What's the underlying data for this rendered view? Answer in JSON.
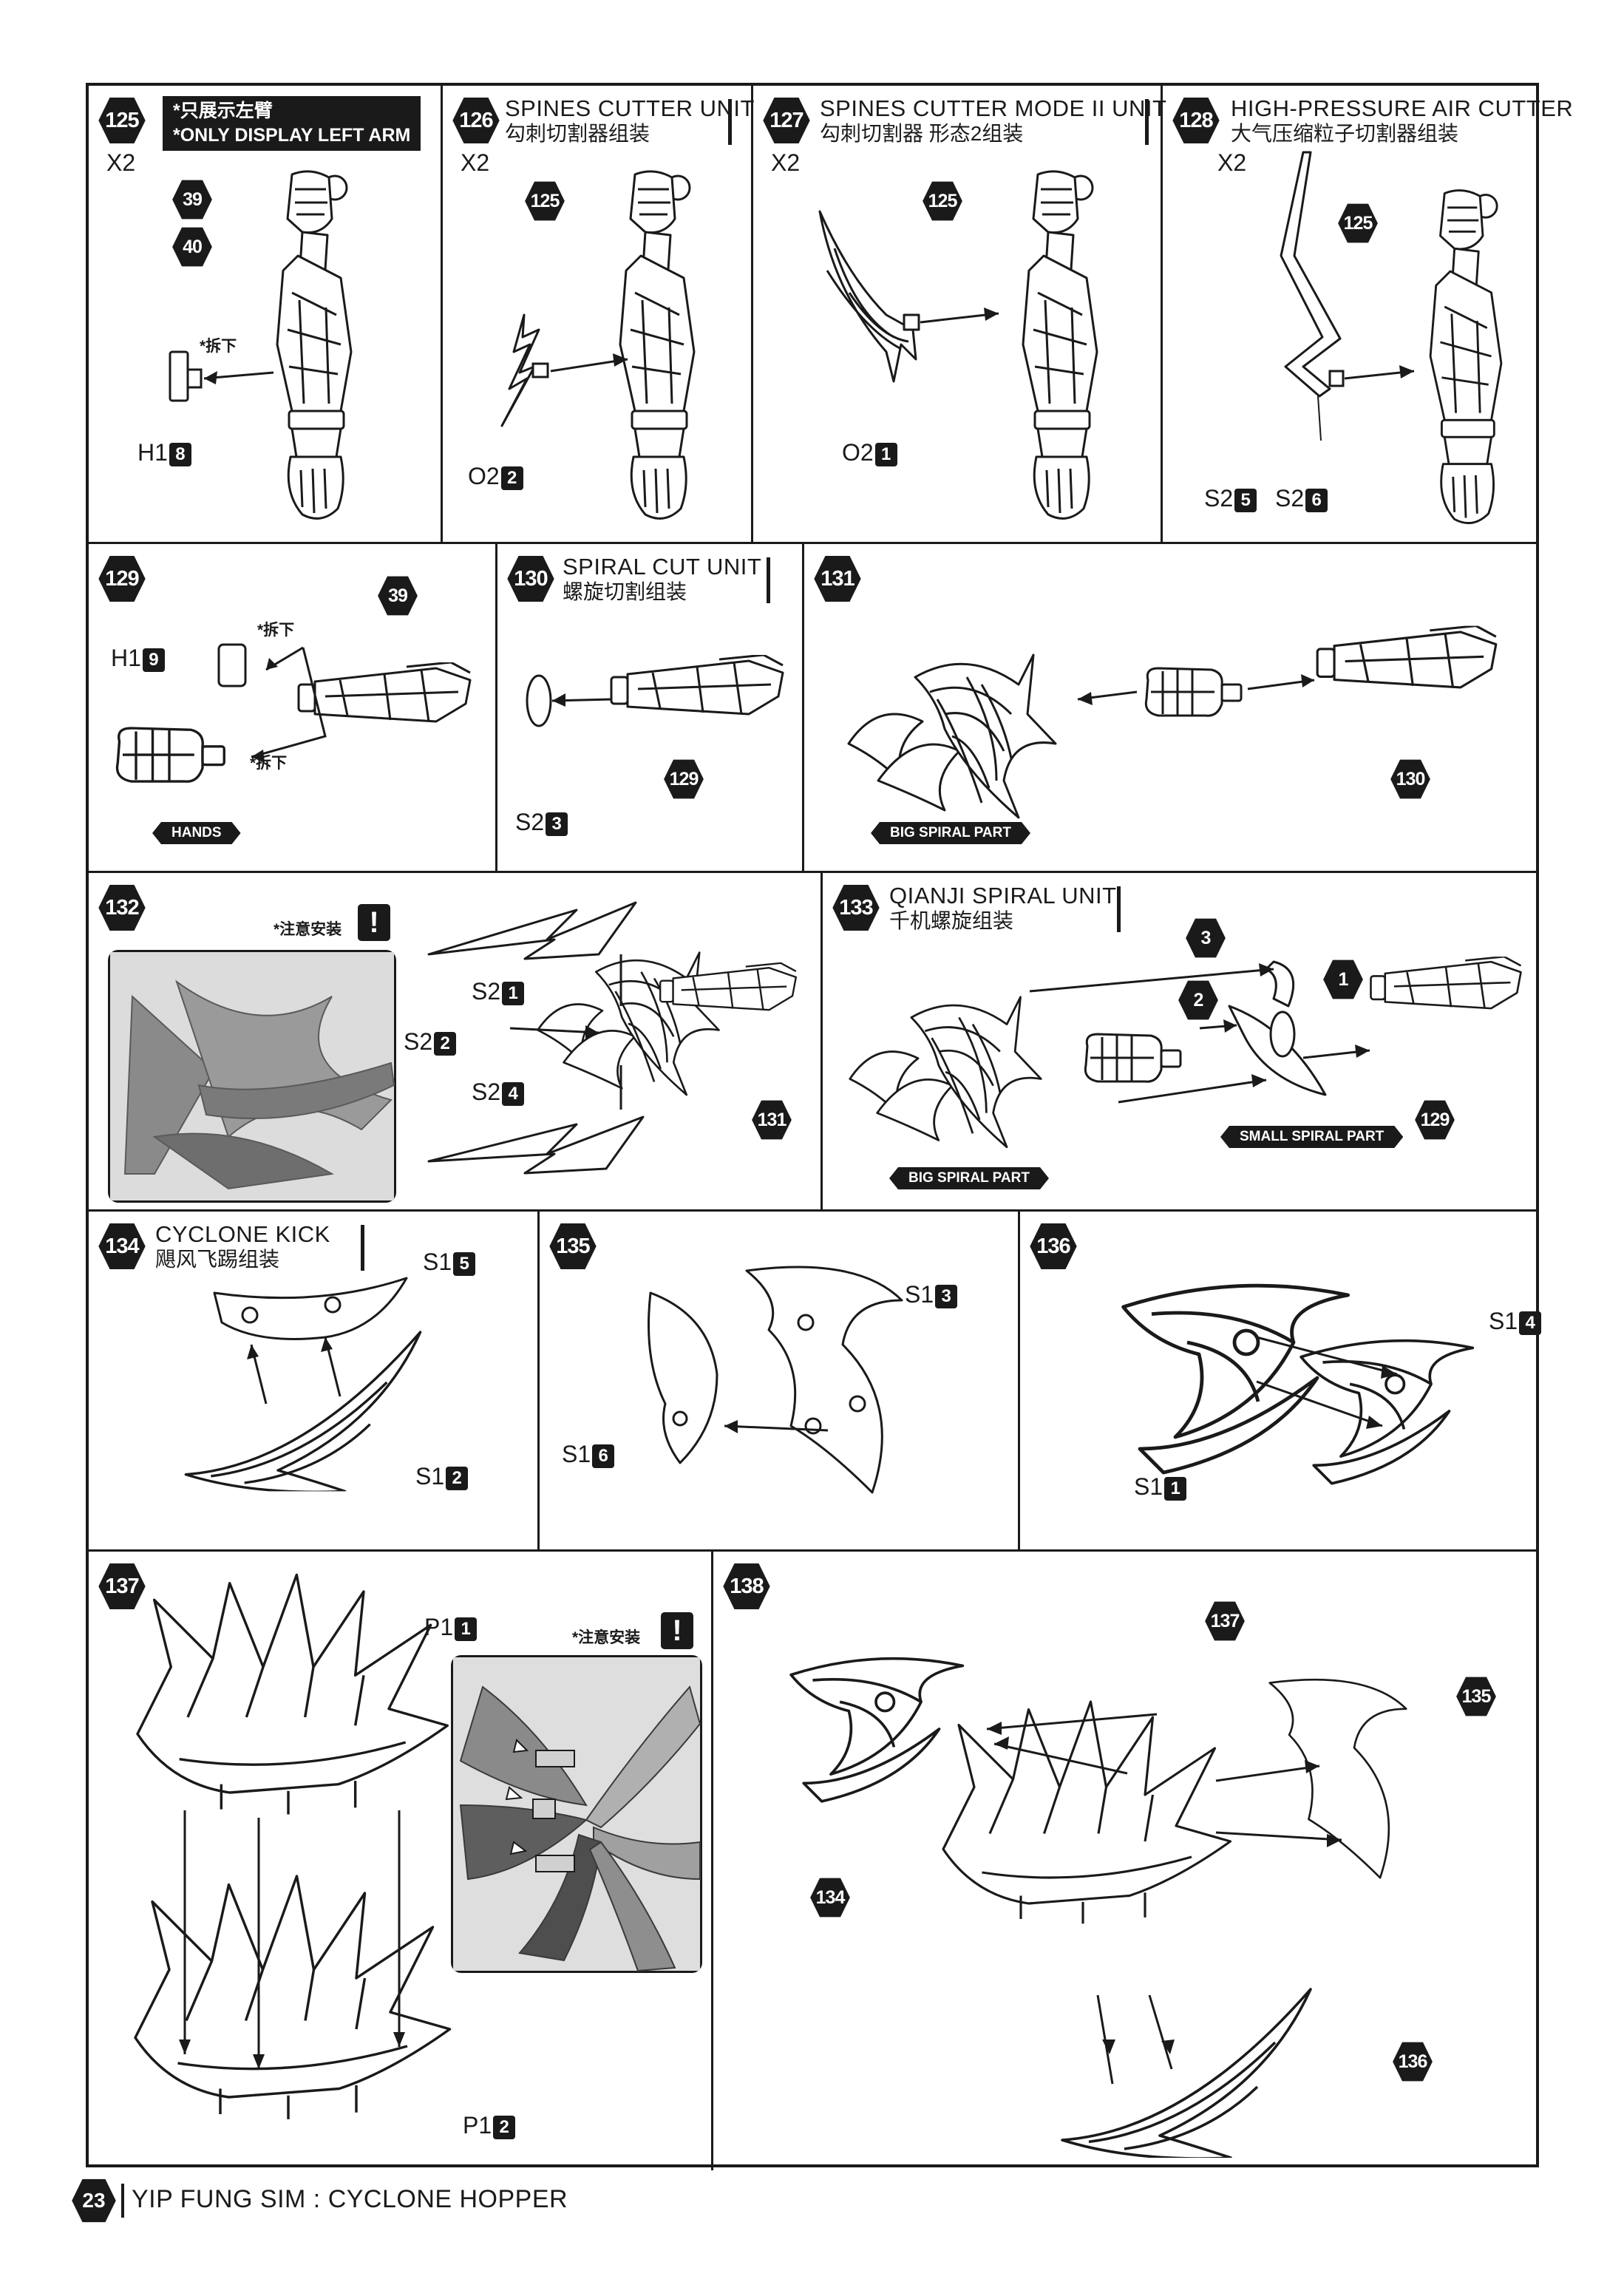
{
  "panels": {
    "p125": {
      "step": "125",
      "qty": "X2",
      "note_cn": "*只展示左臂",
      "note_en": "*ONLY DISPLAY LEFT ARM",
      "callouts": [
        "39",
        "40"
      ],
      "remove": "*拆下",
      "part": {
        "runner": "H1",
        "num": "8"
      }
    },
    "p126": {
      "step": "126",
      "title_en": "SPINES CUTTER UNIT",
      "title_cn": "勾刺切割器组装",
      "qty": "X2",
      "callout": "125",
      "part": {
        "runner": "O2",
        "num": "2"
      }
    },
    "p127": {
      "step": "127",
      "title_en": "SPINES CUTTER MODE II UNIT",
      "title_cn": "勾刺切割器 形态2组装",
      "qty": "X2",
      "callout": "125",
      "part": {
        "runner": "O2",
        "num": "1"
      }
    },
    "p128": {
      "step": "128",
      "title_en": "HIGH-PRESSURE AIR CUTTER",
      "title_cn": "大气压缩粒子切割器组装",
      "qty": "X2",
      "callout": "125",
      "part_a": {
        "runner": "S2",
        "num": "5"
      },
      "part_b": {
        "runner": "S2",
        "num": "6"
      }
    },
    "p129": {
      "step": "129",
      "callout": "39",
      "remove_a": "*拆下",
      "remove_b": "*拆下",
      "part": {
        "runner": "H1",
        "num": "9"
      },
      "hands": "HANDS"
    },
    "p130": {
      "step": "130",
      "title_en": "SPIRAL CUT UNIT",
      "title_cn": "螺旋切割组装",
      "callout": "129",
      "part": {
        "runner": "S2",
        "num": "3"
      }
    },
    "p131": {
      "step": "131",
      "callout": "130",
      "big": "BIG SPIRAL PART"
    },
    "p132": {
      "step": "132",
      "caution": "*注意安装",
      "warn": "!",
      "callout": "131",
      "part_a": {
        "runner": "S2",
        "num": "1"
      },
      "part_b": {
        "runner": "S2",
        "num": "2"
      },
      "part_c": {
        "runner": "S2",
        "num": "4"
      }
    },
    "p133": {
      "step": "133",
      "title_en": "QIANJI SPIRAL UNIT",
      "title_cn": "千机螺旋组装",
      "callout": "129",
      "order": [
        "3",
        "2",
        "1"
      ],
      "big": "BIG SPIRAL PART",
      "small": "SMALL SPIRAL PART"
    },
    "p134": {
      "step": "134",
      "title_en": "CYCLONE KICK",
      "title_cn": "飓风飞踢组装",
      "part_a": {
        "runner": "S1",
        "num": "5"
      },
      "part_b": {
        "runner": "S1",
        "num": "2"
      }
    },
    "p135": {
      "step": "135",
      "part_a": {
        "runner": "S1",
        "num": "3"
      },
      "part_b": {
        "runner": "S1",
        "num": "6"
      }
    },
    "p136": {
      "step": "136",
      "part_a": {
        "runner": "S1",
        "num": "4"
      },
      "part_b": {
        "runner": "S1",
        "num": "1"
      }
    },
    "p137": {
      "step": "137",
      "caution": "*注意安装",
      "warn": "!",
      "part_a": {
        "runner": "P1",
        "num": "1"
      },
      "part_b": {
        "runner": "P1",
        "num": "2"
      }
    },
    "p138": {
      "step": "138",
      "callouts": [
        "137",
        "135",
        "134",
        "136"
      ]
    }
  },
  "footer": {
    "page": "23",
    "title": "YIP FUNG SIM : CYCLONE HOPPER"
  }
}
